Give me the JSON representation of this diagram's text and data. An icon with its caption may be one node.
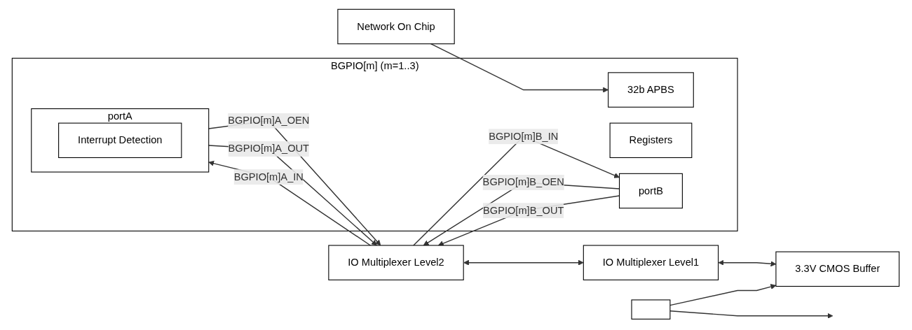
{
  "diagram": {
    "nodes": [
      {
        "text": [
          "Network On Chip"
        ]
      },
      {
        "text": [
          "BGPIO[m]  (m=1..3)"
        ]
      },
      {
        "text": [
          "32b APBS"
        ],
        "in": 1
      },
      {
        "text": [
          "Registers"
        ],
        "in": 1
      },
      {
        "text": [
          "portA"
        ],
        "in": 1
      },
      {
        "text": [
          "Interrupt Detection"
        ],
        "in": 4
      },
      {
        "text": [
          "portB"
        ],
        "in": 1
      },
      {
        "text": [
          "IO Multiplexer Level2"
        ]
      },
      {
        "text": [
          "IO Multiplexer Level1"
        ]
      },
      {
        "text": [
          "3.3V CMOS Buffer"
        ]
      },
      {
        "text": [],
        "shape": "box"
      }
    ],
    "edges": [
      {
        "from": 0,
        "to": 2,
        "arrow": "to"
      },
      {
        "from": 4,
        "to": 7,
        "label": "BGPIO[m]A_OEN",
        "arrow": "to"
      },
      {
        "from": 4,
        "to": 7,
        "label": "BGPIO[m]A_OUT",
        "arrow": "to"
      },
      {
        "from": 7,
        "to": 4,
        "label": "BGPIO[m]A_IN",
        "arrow": "to"
      },
      {
        "from": 6,
        "to": 7,
        "label": "BGPIO[m]B_OEN",
        "arrow": "to"
      },
      {
        "from": 6,
        "to": 7,
        "label": "BGPIO[m]B_OUT",
        "arrow": "to"
      },
      {
        "from": 7,
        "to": 6,
        "label": "BGPIO[m]B_IN",
        "arrow": "to"
      },
      {
        "from": 7,
        "to": 8,
        "arrow": "both"
      },
      {
        "from": 8,
        "to": 9,
        "arrow": "both"
      },
      {
        "from": 10,
        "to": 9,
        "arrow": "to"
      },
      {
        "from": 10,
        "to": null,
        "arrow": "to"
      }
    ]
  }
}
